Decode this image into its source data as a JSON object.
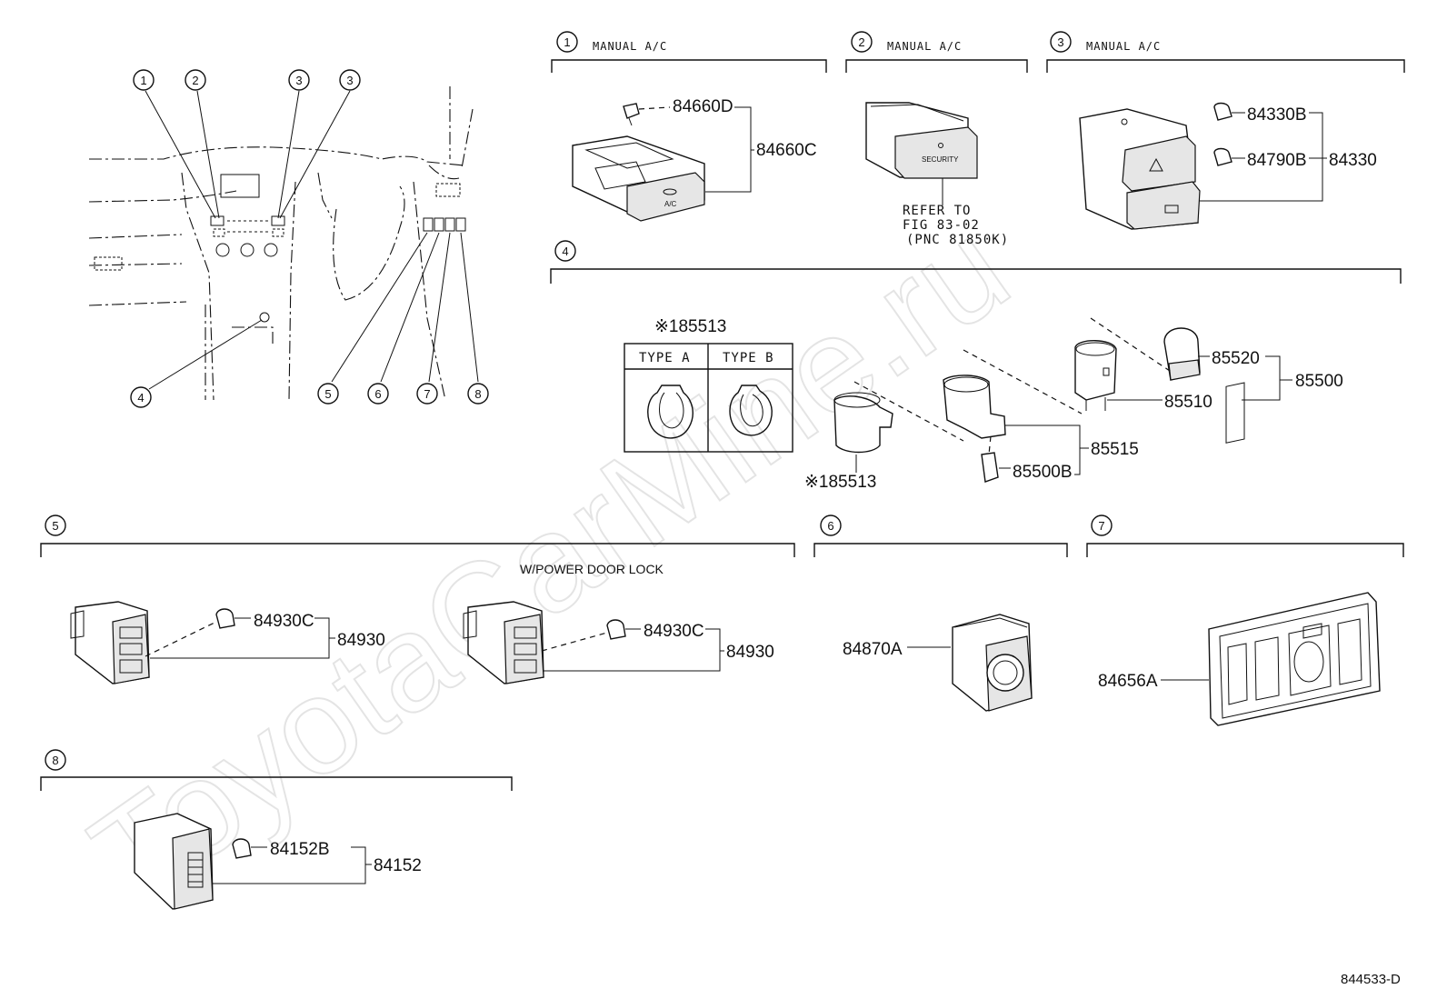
{
  "watermark": "ToyotaCarMine.ru",
  "diagram_code": "844533-D",
  "callouts": [
    "1",
    "2",
    "3",
    "3",
    "4",
    "5",
    "6",
    "7",
    "8"
  ],
  "sections": {
    "s1": {
      "num": "1",
      "title": "MANUAL A/C",
      "parts": [
        "84660D",
        "84660C"
      ]
    },
    "s2": {
      "num": "2",
      "title": "MANUAL A/C",
      "ref_lines": [
        "REFER TO",
        "FIG 83-02",
        "(PNC 81850K)"
      ]
    },
    "s3": {
      "num": "3",
      "title": "MANUAL A/C",
      "parts": [
        "84330B",
        "84790B",
        "84330"
      ]
    },
    "s4": {
      "num": "4",
      "type_a": "TYPE A",
      "type_b": "TYPE B",
      "parts": [
        "※185513",
        "※185513",
        "85500B",
        "85515",
        "85520",
        "85510",
        "85500"
      ]
    },
    "s5": {
      "num": "5",
      "note": "W/POWER DOOR LOCK",
      "parts": [
        "84930C",
        "84930",
        "84930C",
        "84930"
      ]
    },
    "s6": {
      "num": "6",
      "parts": [
        "84870A"
      ]
    },
    "s7": {
      "num": "7",
      "parts": [
        "84656A"
      ]
    },
    "s8": {
      "num": "8",
      "parts": [
        "84152B",
        "84152"
      ]
    }
  }
}
